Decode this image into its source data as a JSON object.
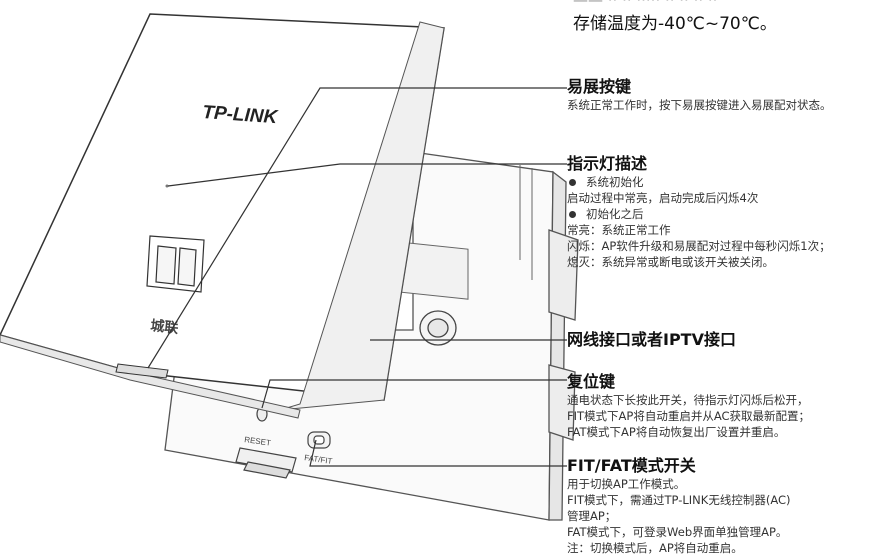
{
  "top_note": {
    "lines": [
      "存储温度为-40℃~70℃。"
    ]
  },
  "device": {
    "logo": "TP-LINK",
    "brand_cn": "城联",
    "reset_label": "RESET",
    "mode_label": "FAT/FIT"
  },
  "callouts": {
    "wps": {
      "title": "易展按键",
      "lines": [
        "系统正常工作时，按下易展按键进入易展配对状态。"
      ]
    },
    "led": {
      "title": "指示灯描述",
      "bullet1": "系统初始化",
      "lines1": [
        "启动过程中常亮，启动完成后闪烁4次"
      ],
      "bullet2": "初始化之后",
      "lines2": [
        "常亮：系统正常工作",
        "闪烁：AP软件升级和易展配对过程中每秒闪烁1次；",
        "熄灭：系统异常或断电或该开关被关闭。"
      ]
    },
    "port": {
      "title": "网线接口或者IPTV接口"
    },
    "reset": {
      "title": "复位键",
      "lines": [
        "通电状态下长按此开关，待指示灯闪烁后松开，",
        "FIT模式下AP将自动重启并从AC获取最新配置；",
        "FAT模式下AP将自动恢复出厂设置并重启。"
      ]
    },
    "mode": {
      "title": "FIT/FAT模式开关",
      "lines": [
        "用于切换AP工作模式。",
        "FIT模式下，需通过TP-LINK无线控制器(AC)",
        "管理AP；",
        "FAT模式下，可登录Web界面单独管理AP。",
        "注：切换模式后，AP将自动重启。"
      ]
    }
  }
}
